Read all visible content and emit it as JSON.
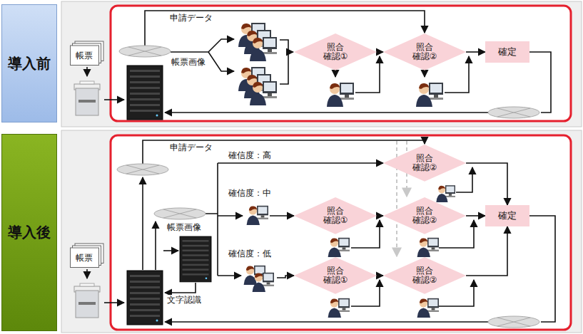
{
  "diagram": {
    "nodes": [
      {
        "text": [
          "導入前"
        ]
      },
      {
        "text": [
          "導入後"
        ]
      },
      {
        "text": [
          "帳票"
        ]
      },
      {
        "text": [
          "照合 確認①"
        ]
      },
      {
        "text": [
          "照合 確認②"
        ]
      },
      {
        "text": [
          "確定"
        ]
      },
      {
        "text": [
          "帳票"
        ]
      },
      {
        "text": [
          "照合 確認②"
        ]
      },
      {
        "text": [
          "照合 確認①"
        ]
      },
      {
        "text": [
          "照合 確認②"
        ]
      },
      {
        "text": [
          "照合 確認①"
        ]
      },
      {
        "text": [
          "照合 確認②"
        ]
      },
      {
        "text": [
          "確定"
        ]
      }
    ],
    "edges": [
      {
        "from": 3,
        "to": 4,
        "arrow": "to"
      },
      {
        "from": 4,
        "to": 5,
        "arrow": "to"
      },
      {
        "from": 7,
        "to": 12,
        "arrow": "to"
      },
      {
        "from": 8,
        "to": 9,
        "arrow": "to"
      },
      {
        "from": 9,
        "to": 12,
        "arrow": "to"
      },
      {
        "from": 10,
        "to": 11,
        "arrow": "to"
      },
      {
        "from": 11,
        "to": 12,
        "arrow": "to"
      }
    ],
    "labels": [
      "申請データ",
      "帳票画像",
      "申請データ",
      "確信度：高",
      "確信度：中",
      "確信度：低",
      "帳票画像",
      "文字認識"
    ]
  }
}
